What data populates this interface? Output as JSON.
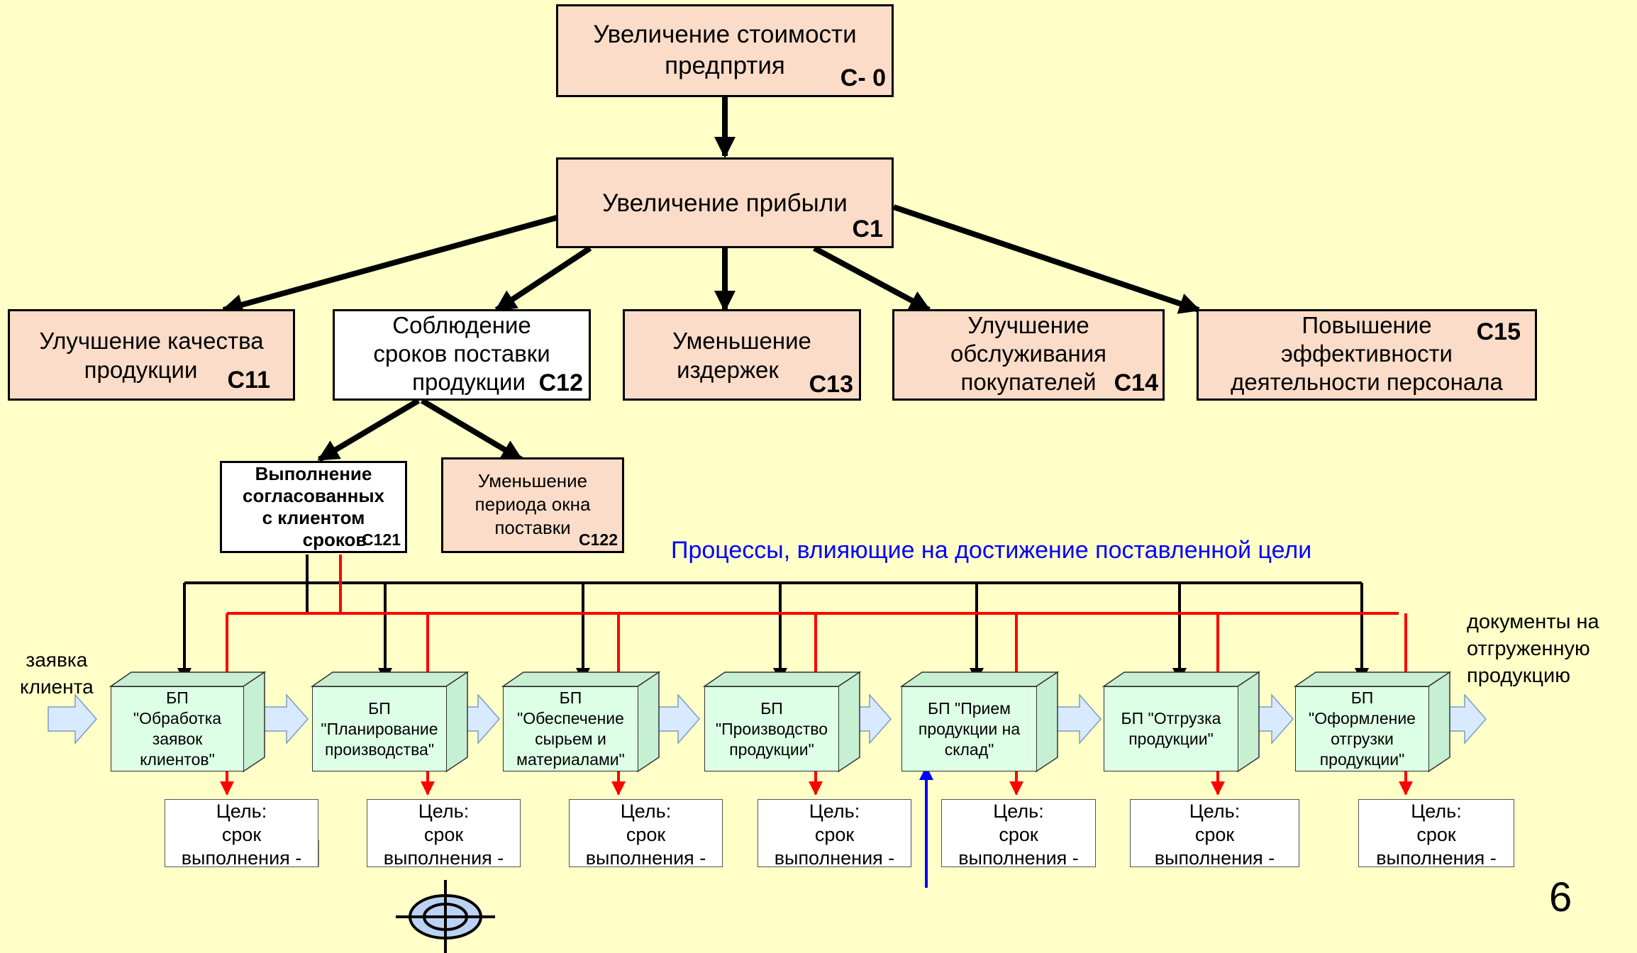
{
  "goals": {
    "c0": {
      "label": "Увеличение стоимости предпртия",
      "line1": "Увеличение стоимости",
      "line2": "предпртия",
      "code": "С- 0"
    },
    "c1": {
      "label": "Увеличение прибыли",
      "code": "С1"
    },
    "c11": {
      "line1": "Улучшение качества",
      "line2": "продукции",
      "code": "С11"
    },
    "c12": {
      "line1": "Соблюдение",
      "line2": "сроков поставки",
      "line3": "продукции",
      "code": "С12"
    },
    "c13": {
      "line1": "Уменьшение",
      "line2": "издержек",
      "code": "С13"
    },
    "c14": {
      "line1": "Улучшение",
      "line2": "обслуживания",
      "line3": "покупателей",
      "code": "С14"
    },
    "c15": {
      "line1": "Повышение",
      "line2": "эффективности",
      "line3": "деятельности персонала",
      "code": "С15"
    },
    "c121": {
      "line1": "Выполнение",
      "line2": "согласованных",
      "line3": "с клиентом",
      "line4": "сроков",
      "code": "С121"
    },
    "c122": {
      "line1": "Уменьшение",
      "line2": "периода окна",
      "line3": "поставки",
      "code": "С122"
    }
  },
  "processes_heading": "Процессы, влияющие на достижение поставленной цели",
  "processes": [
    {
      "label": "БП\n\"Обработка\nзаявок\nклиентов\""
    },
    {
      "label": "БП\n\"Планирование\nпроизводства\""
    },
    {
      "label": "БП\n\"Обеспечение\nсырьем и\nматериалами\""
    },
    {
      "label": "БП\n\"Производство\nпродукции\""
    },
    {
      "label": "БП \"Прием\nпродукции на\nсклад\""
    },
    {
      "label": "БП \"Отгрузка\nпродукции\""
    },
    {
      "label": "БП\n\"Оформление\nотгрузки\nпродукции\""
    }
  ],
  "targets": [
    {
      "line1": "Цель:",
      "line2": "срок",
      "line3": "выполнения",
      "dash": "-"
    },
    {
      "line1": "Цель:",
      "line2": "срок",
      "line3": "выполнения",
      "dash": "-"
    },
    {
      "line1": "Цель:",
      "line2": "срок",
      "line3": "выполнения",
      "dash": "-"
    },
    {
      "line1": "Цель:",
      "line2": "срок",
      "line3": "выполнения",
      "dash": "-"
    },
    {
      "line1": "Цель:",
      "line2": "срок",
      "line3": "выполнения",
      "dash": "-"
    },
    {
      "line1": "Цель:",
      "line2": "срок",
      "line3": "выполнения",
      "dash": "-"
    },
    {
      "line1": "Цель:",
      "line2": "срок",
      "line3": "выполнения",
      "dash": "-"
    }
  ],
  "input_label": {
    "line1": "заявка",
    "line2": "клиента"
  },
  "output_label": {
    "line1": "документы на",
    "line2": "отгруженную",
    "line3": "продукцию"
  },
  "page_number": "6",
  "icons": {
    "target": "crosshair-target-icon"
  },
  "colors": {
    "background": "#ffffc8",
    "goal_fill": "#fbdcc8",
    "process_fill": "#ddffe6",
    "red_line": "#ff0000",
    "blue_line": "#0000ff",
    "heading": "#0000ff"
  }
}
